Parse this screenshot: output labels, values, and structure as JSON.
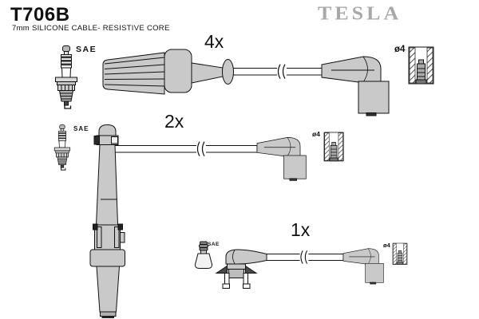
{
  "header": {
    "part_number": "T706B",
    "subtitle": "7mm SILICONE CABLE- RESISTIVE CORE",
    "brand": "TESLA"
  },
  "rows": [
    {
      "quantity": "4x",
      "plug_standard": "SAE",
      "terminal_diameter": "ø4",
      "components": [
        "spark-plug-icon",
        "ribbed-straight-boot",
        "cable-with-break",
        "elbow-boot",
        "terminal-cross-section"
      ]
    },
    {
      "quantity": "2x",
      "plug_standard": "SAE",
      "terminal_diameter": "ø4",
      "components": [
        "spark-plug-icon",
        "vertical-coil-boot",
        "cable-with-break",
        "elbow-boot",
        "terminal-cross-section"
      ]
    },
    {
      "quantity": "1x",
      "plug_standard": "SAE",
      "terminal_diameter": "ø4",
      "components": [
        "small-terminal",
        "bracket-elbow-boot",
        "cable-with-break",
        "elbow-boot",
        "terminal-cross-section"
      ]
    }
  ],
  "colors": {
    "background": "#ffffff",
    "line": "#111111",
    "part_fill": "#c9c9c9",
    "brand_gray": "#a8a8a8"
  }
}
